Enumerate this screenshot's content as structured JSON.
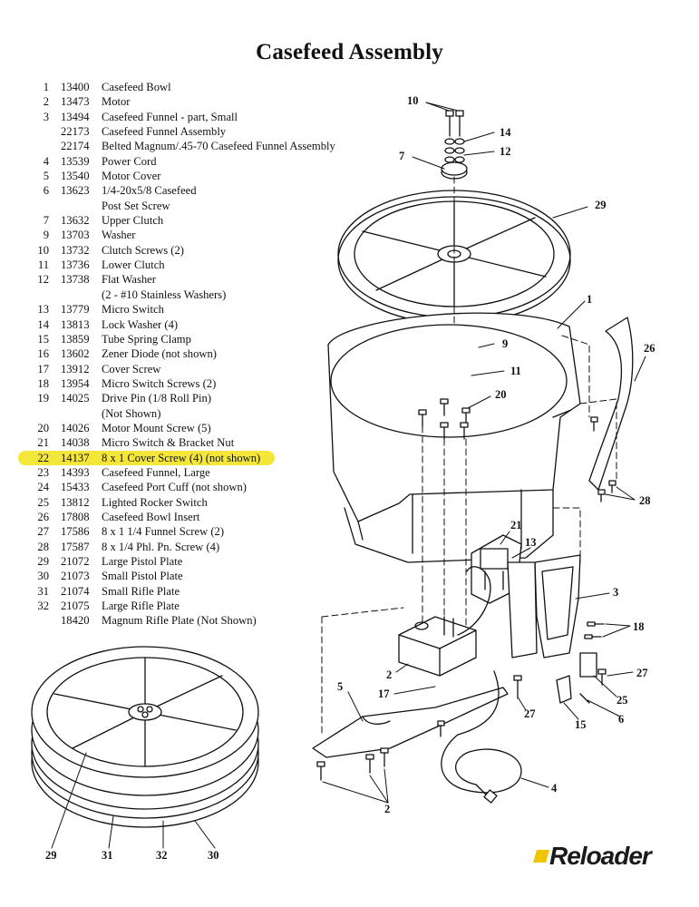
{
  "title": "Casefeed Assembly",
  "highlight_color": "#f5e63a",
  "parts": [
    {
      "num": "1",
      "pn": "13400",
      "desc": "Casefeed Bowl"
    },
    {
      "num": "2",
      "pn": "13473",
      "desc": "Motor"
    },
    {
      "num": "3",
      "pn": "13494",
      "desc": "Casefeed Funnel - part, Small"
    },
    {
      "num": "",
      "pn": "22173",
      "desc": "Casefeed Funnel Assembly"
    },
    {
      "num": "",
      "pn": "22174",
      "desc": "Belted Magnum/.45-70 Casefeed Funnel Assembly"
    },
    {
      "num": "4",
      "pn": "13539",
      "desc": "Power Cord"
    },
    {
      "num": "5",
      "pn": "13540",
      "desc": "Motor Cover"
    },
    {
      "num": "6",
      "pn": "13623",
      "desc": "1/4-20x5/8 Casefeed"
    },
    {
      "num": "",
      "pn": "",
      "desc": "Post Set Screw"
    },
    {
      "num": "7",
      "pn": "13632",
      "desc": "Upper Clutch"
    },
    {
      "num": "9",
      "pn": "13703",
      "desc": "Washer"
    },
    {
      "num": "10",
      "pn": "13732",
      "desc": "Clutch Screws (2)"
    },
    {
      "num": "11",
      "pn": "13736",
      "desc": "Lower Clutch"
    },
    {
      "num": "12",
      "pn": "13738",
      "desc": "Flat Washer"
    },
    {
      "num": "",
      "pn": "",
      "desc": "(2 - #10 Stainless Washers)"
    },
    {
      "num": "13",
      "pn": "13779",
      "desc": "Micro Switch"
    },
    {
      "num": "14",
      "pn": "13813",
      "desc": "Lock Washer (4)"
    },
    {
      "num": "15",
      "pn": "13859",
      "desc": "Tube Spring Clamp"
    },
    {
      "num": "16",
      "pn": "13602",
      "desc": "Zener Diode (not shown)"
    },
    {
      "num": "17",
      "pn": "13912",
      "desc": "Cover Screw"
    },
    {
      "num": "18",
      "pn": "13954",
      "desc": "Micro Switch Screws (2)"
    },
    {
      "num": "19",
      "pn": "14025",
      "desc": "Drive Pin (1/8 Roll Pin)"
    },
    {
      "num": "",
      "pn": "",
      "desc": "(Not Shown)"
    },
    {
      "num": "20",
      "pn": "14026",
      "desc": "Motor Mount Screw (5)"
    },
    {
      "num": "21",
      "pn": "14038",
      "desc": "Micro Switch & Bracket Nut"
    },
    {
      "num": "22",
      "pn": "14137",
      "desc": "8 x 1 Cover Screw (4) (not shown)",
      "highlight": true
    },
    {
      "num": "23",
      "pn": "14393",
      "desc": "Casefeed Funnel, Large"
    },
    {
      "num": "24",
      "pn": "15433",
      "desc": "Casefeed Port Cuff (not shown)"
    },
    {
      "num": "25",
      "pn": "13812",
      "desc": "Lighted Rocker Switch"
    },
    {
      "num": "26",
      "pn": "17808",
      "desc": "Casefeed Bowl Insert"
    },
    {
      "num": "27",
      "pn": "17586",
      "desc": "8 x 1 1/4 Funnel Screw (2)"
    },
    {
      "num": "28",
      "pn": "17587",
      "desc": "8 x 1/4 Phl. Pn. Screw (4)"
    },
    {
      "num": "29",
      "pn": "21072",
      "desc": "Large Pistol Plate"
    },
    {
      "num": "30",
      "pn": "21073",
      "desc": "Small Pistol Plate"
    },
    {
      "num": "31",
      "pn": "21074",
      "desc": "Small Rifle Plate"
    },
    {
      "num": "32",
      "pn": "21075",
      "desc": "Large Rifle Plate"
    },
    {
      "num": "",
      "pn": "18420",
      "desc": "Magnum Rifle Plate (Not Shown)"
    }
  ],
  "callouts": [
    {
      "id": "c10",
      "label": "10"
    },
    {
      "id": "c14",
      "label": "14"
    },
    {
      "id": "c12",
      "label": "12"
    },
    {
      "id": "c7",
      "label": "7"
    },
    {
      "id": "c29a",
      "label": "29"
    },
    {
      "id": "c1",
      "label": "1"
    },
    {
      "id": "c26",
      "label": "26"
    },
    {
      "id": "c9",
      "label": "9"
    },
    {
      "id": "c11",
      "label": "11"
    },
    {
      "id": "c20",
      "label": "20"
    },
    {
      "id": "c28",
      "label": "28"
    },
    {
      "id": "c21",
      "label": "21"
    },
    {
      "id": "c13",
      "label": "13"
    },
    {
      "id": "c3",
      "label": "3"
    },
    {
      "id": "c18",
      "label": "18"
    },
    {
      "id": "c2a",
      "label": "2"
    },
    {
      "id": "c27a",
      "label": "27"
    },
    {
      "id": "c5",
      "label": "5"
    },
    {
      "id": "c17",
      "label": "17"
    },
    {
      "id": "c27b",
      "label": "27"
    },
    {
      "id": "c25",
      "label": "25"
    },
    {
      "id": "c6",
      "label": "6"
    },
    {
      "id": "c15",
      "label": "15"
    },
    {
      "id": "c4",
      "label": "4"
    },
    {
      "id": "c2b",
      "label": "2"
    },
    {
      "id": "c29b",
      "label": "29"
    },
    {
      "id": "c31",
      "label": "31"
    },
    {
      "id": "c32",
      "label": "32"
    },
    {
      "id": "c30",
      "label": "30"
    }
  ],
  "logo_text": "Reloader",
  "logo_color": "#f2c400"
}
